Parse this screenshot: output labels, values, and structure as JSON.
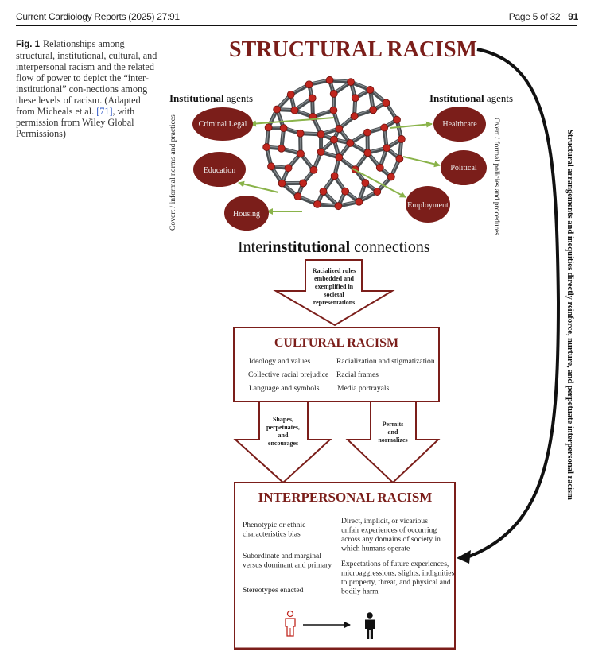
{
  "header": {
    "journal": "Current Cardiology Reports (2025) 27:91",
    "page": "Page 5 of 32",
    "article_number": "91"
  },
  "caption": {
    "label": "Fig. 1",
    "text_before_ref": "Relationships among structural, institutional, cultural, and interpersonal racism and the related flow of power to depict the “inter-institutional” con-nections among these levels of racism. (Adapted from Micheals et al. ",
    "ref": "[71]",
    "text_after_ref": ", with permission from Wiley Global Permissions)"
  },
  "figure": {
    "title": "STRUCTURAL RACISM",
    "left_agents": {
      "bold": "Institutional",
      "rest": " agents"
    },
    "right_agents": {
      "bold": "Institutional",
      "rest": " agents"
    },
    "left_side_label": "Covert / informal norms and practices",
    "right_side_label": "Overt / formal policies and procedures",
    "left_institutions": [
      "Criminal Legal",
      "Education",
      "Housing"
    ],
    "right_institutions": [
      "Healthcare",
      "Political",
      "Employment"
    ],
    "colors": {
      "accent": "#7b1e1a",
      "connector": "#8ab34a",
      "node": "#c0261e",
      "bond": "#4a4f52"
    },
    "interinstitutional": {
      "pre": "Inter",
      "bold": "institutional",
      "post": " connections"
    },
    "top_arrow_text": [
      "Racialized rules",
      "embedded and",
      "exemplified in",
      "societal",
      "representations"
    ],
    "cultural": {
      "title": "CULTURAL RACISM",
      "left_items": [
        "Ideology and values",
        "Collective racial prejudice",
        "Language and symbols"
      ],
      "right_items": [
        "Racialization and stigmatization",
        "Racial frames",
        "Media portrayals"
      ]
    },
    "left_arrow_text": [
      "Shapes,",
      "perpetuates,",
      "and",
      "encourages"
    ],
    "right_arrow_text": [
      "Permits",
      "and",
      "normalizes"
    ],
    "interpersonal": {
      "title": "INTERPERSONAL RACISM",
      "left_items": [
        [
          "Phenotypic or ethnic",
          "characteristics  bias"
        ],
        [
          "Subordinate and marginal",
          "versus dominant and primary"
        ],
        [
          "Stereotypes enacted"
        ]
      ],
      "right_items": [
        [
          "Direct, implicit, or vicarious",
          "unfair experiences of occurring",
          "across any domains of society in",
          "which humans operate"
        ],
        [
          "Expectations of future experiences,",
          "microaggressions, slights, indignities",
          "to property, threat, and physical and",
          "bodily harm"
        ]
      ]
    },
    "right_vertical_label": "Structural arrangements and inequities directly reinforce, nurture, and perpetuate interpersonal racism"
  }
}
